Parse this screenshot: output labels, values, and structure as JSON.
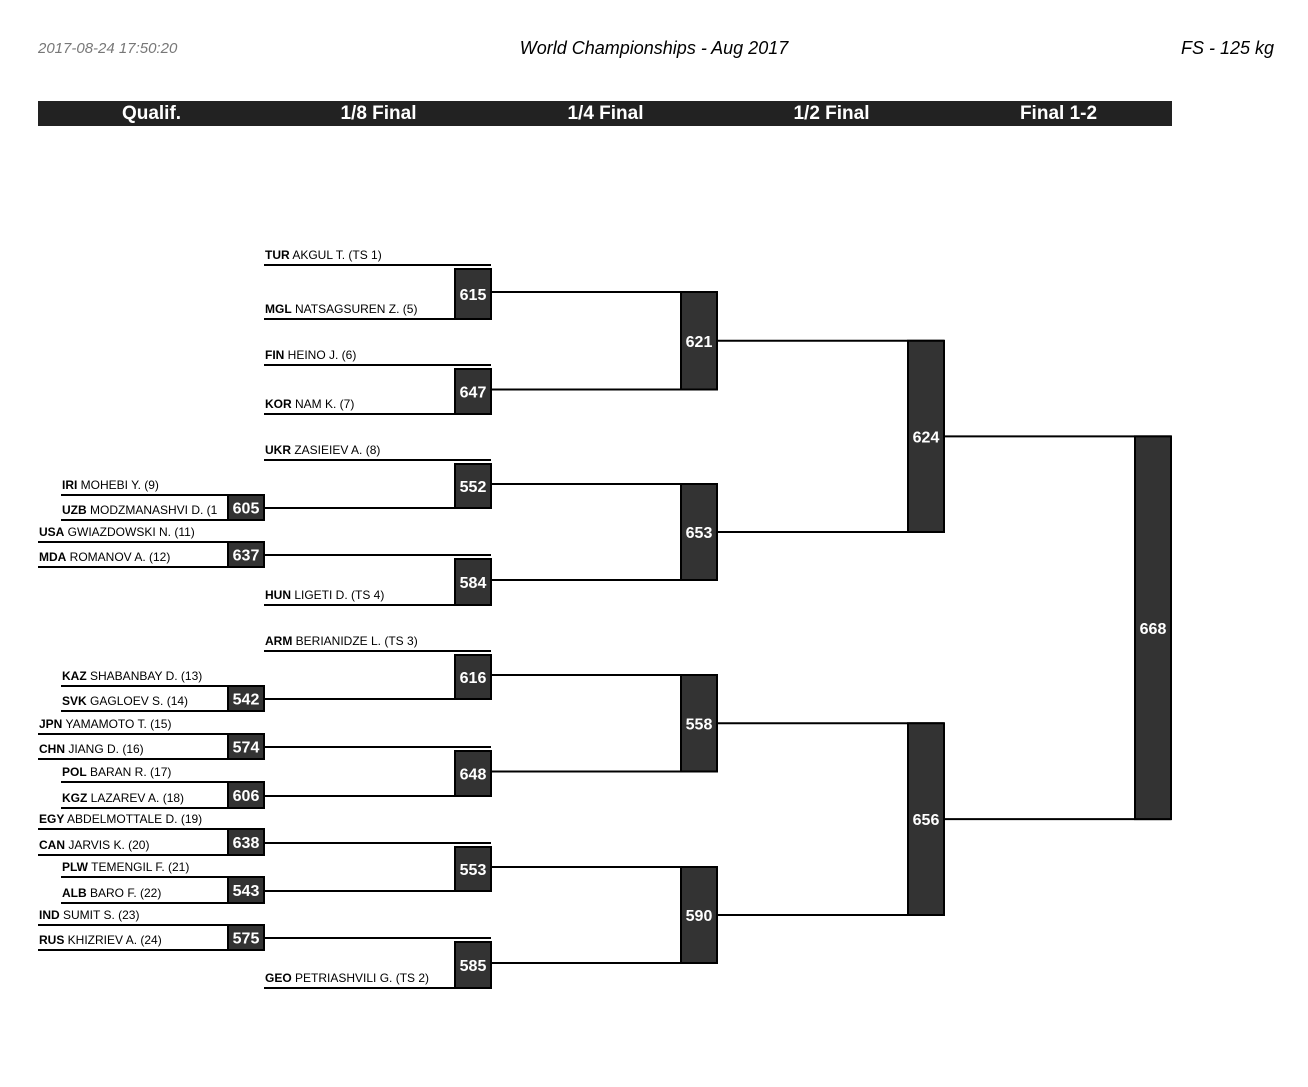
{
  "header": {
    "timestamp": "2017-08-24 17:50:20",
    "title": "World Championships - Aug 2017",
    "category": "FS - 125 kg"
  },
  "rounds": [
    "Qualif.",
    "1/8 Final",
    "1/4 Final",
    "1/2 Final",
    "Final 1-2"
  ],
  "wrestlers": {
    "w01": {
      "nat": "TUR",
      "name": "AKGUL T. (TS 1)"
    },
    "w02": {
      "nat": "MGL",
      "name": "NATSAGSUREN Z. (5)"
    },
    "w03": {
      "nat": "FIN",
      "name": "HEINO J. (6)"
    },
    "w04": {
      "nat": "KOR",
      "name": "NAM K. (7)"
    },
    "w05": {
      "nat": "UKR",
      "name": "ZASIEIEV A. (8)"
    },
    "w06": {
      "nat": "IRI",
      "name": "MOHEBI Y. (9)"
    },
    "w07": {
      "nat": "UZB",
      "name": "MODZMANASHVI D. (1"
    },
    "w08": {
      "nat": "USA",
      "name": "GWIAZDOWSKI N. (11)"
    },
    "w09": {
      "nat": "MDA",
      "name": "ROMANOV A. (12)"
    },
    "w10": {
      "nat": "HUN",
      "name": "LIGETI D. (TS 4)"
    },
    "w11": {
      "nat": "ARM",
      "name": "BERIANIDZE L. (TS 3)"
    },
    "w12": {
      "nat": "KAZ",
      "name": "SHABANBAY D. (13)"
    },
    "w13": {
      "nat": "SVK",
      "name": "GAGLOEV S. (14)"
    },
    "w14": {
      "nat": "JPN",
      "name": "YAMAMOTO T. (15)"
    },
    "w15": {
      "nat": "CHN",
      "name": "JIANG D. (16)"
    },
    "w16": {
      "nat": "POL",
      "name": "BARAN R. (17)"
    },
    "w17": {
      "nat": "KGZ",
      "name": "LAZAREV A. (18)"
    },
    "w18": {
      "nat": "EGY",
      "name": "ABDELMOTTALE D. (19)"
    },
    "w19": {
      "nat": "CAN",
      "name": "JARVIS K. (20)"
    },
    "w20": {
      "nat": "PLW",
      "name": "TEMENGIL F. (21)"
    },
    "w21": {
      "nat": "ALB",
      "name": "BARO F. (22)"
    },
    "w22": {
      "nat": "IND",
      "name": "SUMIT S. (23)"
    },
    "w23": {
      "nat": "RUS",
      "name": "KHIZRIEV A. (24)"
    },
    "w24": {
      "nat": "GEO",
      "name": "PETRIASHVILI G. (TS 2)"
    }
  },
  "bouts": {
    "b605": "605",
    "b637": "637",
    "b542": "542",
    "b574": "574",
    "b606": "606",
    "b638": "638",
    "b543": "543",
    "b575": "575",
    "b615": "615",
    "b647": "647",
    "b552": "552",
    "b584": "584",
    "b616": "616",
    "b648": "648",
    "b553": "553",
    "b585": "585",
    "b621": "621",
    "b653": "653",
    "b558": "558",
    "b590": "590",
    "b624": "624",
    "b656": "656",
    "b668": "668"
  }
}
